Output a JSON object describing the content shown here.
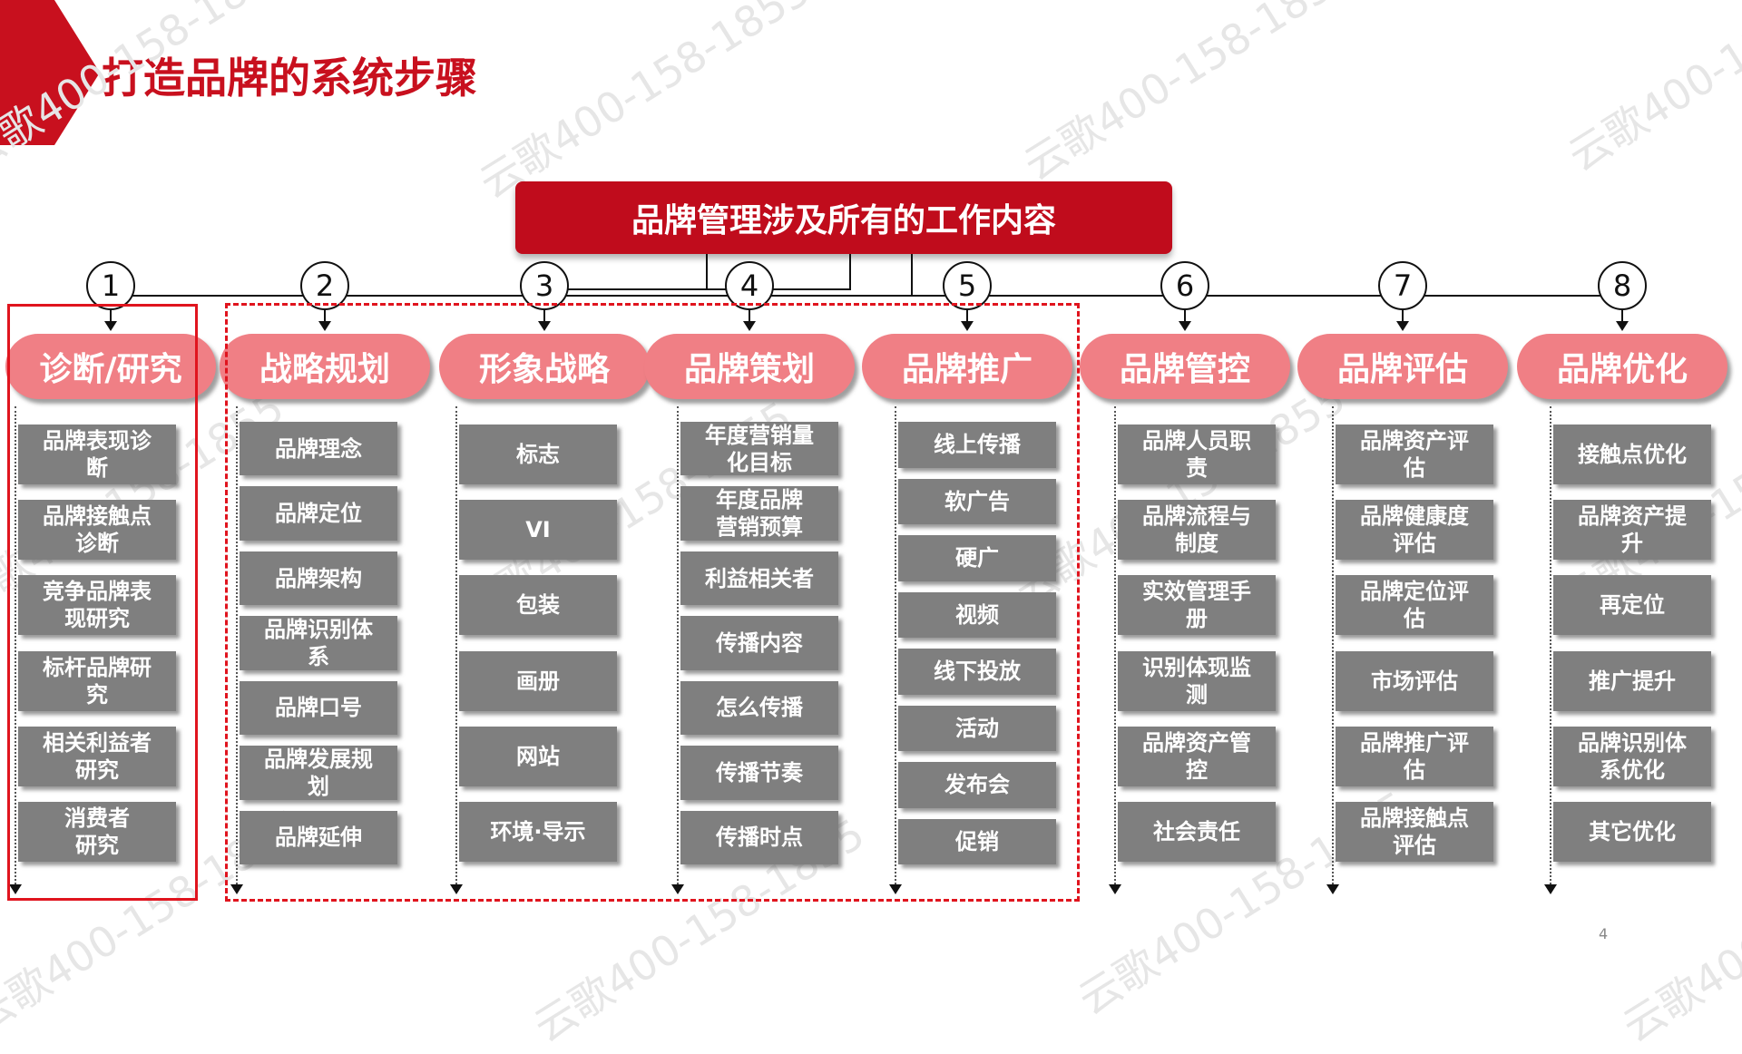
{
  "page": {
    "title": "打造品牌的系统步骤",
    "page_number": "4"
  },
  "top_box": {
    "label": "品牌管理涉及所有的工作内容"
  },
  "watermark": "云歌400-158-1855",
  "columns": [
    {
      "number": "1",
      "header": "诊断/研究",
      "items": [
        "品牌表现诊\n断",
        "品牌接触点\n诊断",
        "竞争品牌表\n现研究",
        "标杆品牌研\n究",
        "相关利益者\n研究",
        "消费者\n研究"
      ]
    },
    {
      "number": "2",
      "header": "战略规划",
      "items": [
        "品牌理念",
        "品牌定位",
        "品牌架构",
        "品牌识别体\n系",
        "品牌口号",
        "品牌发展规\n划",
        "品牌延伸"
      ]
    },
    {
      "number": "3",
      "header": "形象战略",
      "items": [
        "标志",
        "VI",
        "包装",
        "画册",
        "网站",
        "环境·导示"
      ]
    },
    {
      "number": "4",
      "header": "品牌策划",
      "items": [
        "年度营销量\n化目标",
        "年度品牌\n营销预算",
        "利益相关者",
        "传播内容",
        "怎么传播",
        "传播节奏",
        "传播时点"
      ]
    },
    {
      "number": "5",
      "header": "品牌推广",
      "items": [
        "线上传播",
        "软广告",
        "硬广",
        "视频",
        "线下投放",
        "活动",
        "发布会",
        "促销"
      ]
    },
    {
      "number": "6",
      "header": "品牌管控",
      "items": [
        "品牌人员职\n责",
        "品牌流程与\n制度",
        "实效管理手\n册",
        "识别体现监\n测",
        "品牌资产管\n控",
        "社会责任"
      ]
    },
    {
      "number": "7",
      "header": "品牌评估",
      "items": [
        "品牌资产评\n估",
        "品牌健康度\n评估",
        "品牌定位评\n估",
        "市场评估",
        "品牌推广评\n估",
        "品牌接触点\n评估"
      ]
    },
    {
      "number": "8",
      "header": "品牌优化",
      "items": [
        "接触点优化",
        "品牌资产提\n升",
        "再定位",
        "推广提升",
        "品牌识别体\n系优化",
        "其它优化"
      ]
    }
  ]
}
